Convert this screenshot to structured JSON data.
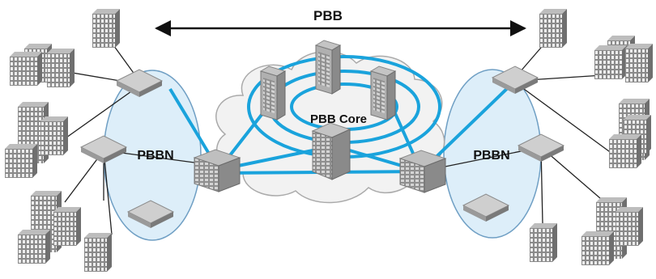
{
  "labels": {
    "top_span": "PBB",
    "core": "PBB Core",
    "left_network": "PBBN",
    "right_network": "PBBN"
  },
  "colors": {
    "link": "#1aa3dc",
    "network_fill": "#ddeef9",
    "network_stroke": "#6f9fc4",
    "cloud_fill": "#f2f2f2",
    "cloud_stroke": "#aaaaaa",
    "building": "#8c8c8c",
    "switch_top": "#c9c9c9"
  },
  "icons": [
    "building-icon",
    "switch-icon",
    "server-rack-icon",
    "router-icon",
    "cloud-icon"
  ]
}
